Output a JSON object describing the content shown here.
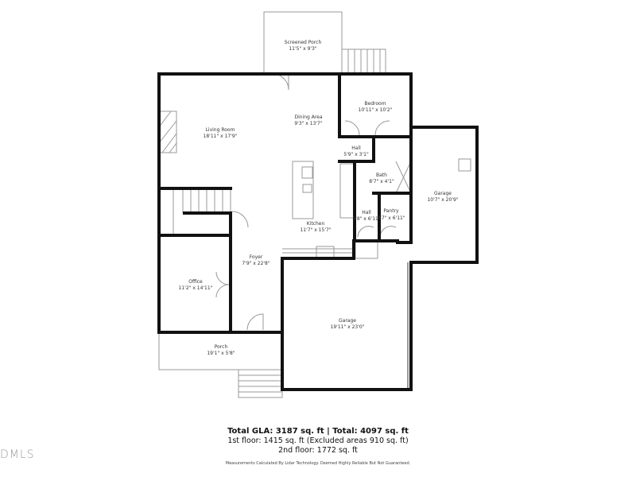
{
  "rooms": {
    "screened_porch": {
      "name": "Screened Porch",
      "dims": "11'5\" x 9'3\""
    },
    "bedroom": {
      "name": "Bedroom",
      "dims": "10'11\" x 10'2\""
    },
    "dining": {
      "name": "Dining Area",
      "dims": "9'3\" x 13'7\""
    },
    "living": {
      "name": "Living Room",
      "dims": "18'11\" x 17'9\""
    },
    "hall1": {
      "name": "Hall",
      "dims": "5'9\" x 3'1\""
    },
    "bath": {
      "name": "Bath",
      "dims": "8'7\" x 4'1\""
    },
    "garage_small": {
      "name": "Garage",
      "dims": "10'7\" x 20'9\""
    },
    "hall2": {
      "name": "Hall",
      "dims": "5'8\" x 6'11\""
    },
    "pantry": {
      "name": "Pantry",
      "dims": "2'7\" x 6'11\""
    },
    "kitchen": {
      "name": "Kitchen",
      "dims": "11'7\" x 15'7\""
    },
    "foyer": {
      "name": "Foyer",
      "dims": "7'9\" x 22'8\""
    },
    "office": {
      "name": "Office",
      "dims": "11'2\" x 14'11\""
    },
    "garage_large": {
      "name": "Garage",
      "dims": "19'11\" x 23'0\""
    },
    "porch": {
      "name": "Porch",
      "dims": "19'1\" x 5'8\""
    }
  },
  "summary": {
    "total": "Total GLA: 3187 sq. ft | Total: 4097 sq. ft",
    "first_floor": "1st floor: 1415 sq. ft (Excluded areas 910 sq. ft)",
    "second_floor": "2nd floor: 1772 sq. ft",
    "disclaimer": "Measurements Calculated By Lidar Technology. Deemed Highly Reliable But Not Guaranteed."
  },
  "watermark": "DMLS",
  "colors": {
    "wall": "#111111",
    "line": "#888888"
  }
}
